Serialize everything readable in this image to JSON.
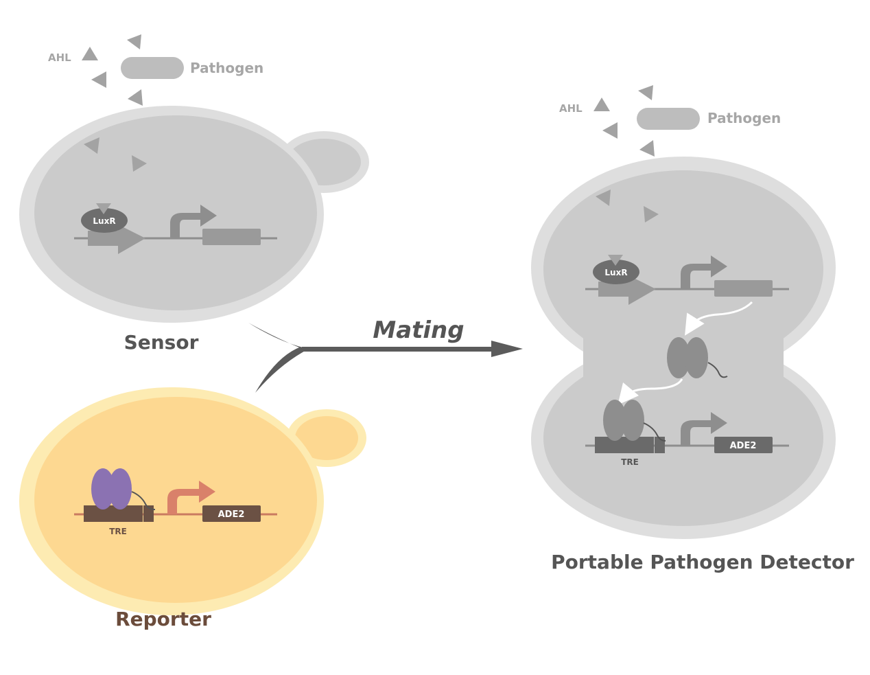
{
  "labels": {
    "ahl": "AHL",
    "pathogen": "Pathogen",
    "luxr": "LuxR",
    "tre": "TRE",
    "ade2": "ADE2",
    "sensor": "Sensor",
    "reporter": "Reporter",
    "mating": "Mating",
    "detector": "Portable Pathogen Detector"
  },
  "colors": {
    "cell_gray": "#cbcbcb",
    "cell_gray_rim": "#dedede",
    "cell_yellow": "#fdd891",
    "cell_yellow_rim": "#fdebb2",
    "text_dark": "#555555",
    "text_reporter": "#6b4c3b",
    "text_light_gray": "#a6a6a6",
    "dimer_purple": "#8b72b2",
    "promoter_arrow_orange": "#d9816a"
  }
}
